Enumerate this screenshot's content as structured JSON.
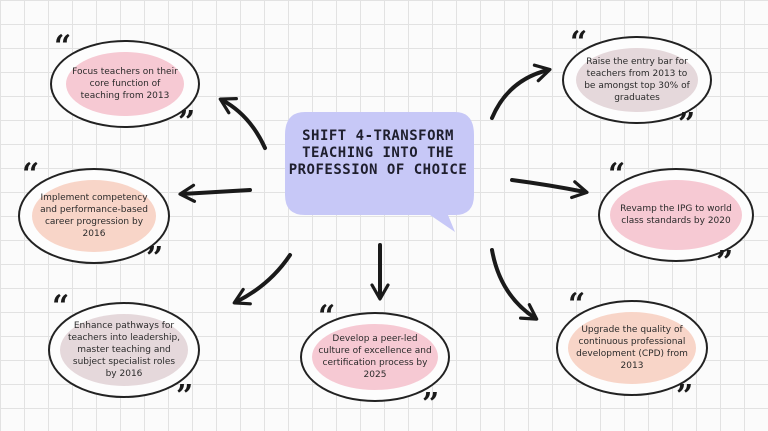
{
  "title": "SHIFT 4-TRANSFORM TEACHING INTO THE PROFESSION OF CHOICE",
  "quote_open": "“",
  "quote_close": "”",
  "colors": {
    "pink": "#f6c9d3",
    "mauve": "#e5d8db",
    "peach": "#f8d5c8",
    "bubble": "#c7c8f7",
    "line": "#1a1a1a"
  },
  "nodes": [
    {
      "id": "top-left",
      "text": "Focus teachers on their core function of teaching from 2013",
      "color": "#f6c9d3"
    },
    {
      "id": "mid-left",
      "text": "Implement competency and performance-based career progression by 2016",
      "color": "#f8d5c8"
    },
    {
      "id": "bottom-left",
      "text": "Enhance pathways for teachers into leadership, master teaching and subject specialist roles by 2016",
      "color": "#e5d8db"
    },
    {
      "id": "bottom-center",
      "text": "Develop a peer-led culture of excellence and certification process by 2025",
      "color": "#f6c9d3"
    },
    {
      "id": "top-right",
      "text": "Raise the entry bar for teachers from 2013 to be amongst top 30% of graduates",
      "color": "#e5d8db"
    },
    {
      "id": "mid-right",
      "text": "Revamp the IPG to world class standards by 2020",
      "color": "#f6c9d3"
    },
    {
      "id": "bottom-right",
      "text": "Upgrade the quality of continuous professional development (CPD) from 2013",
      "color": "#f8d5c8"
    }
  ]
}
